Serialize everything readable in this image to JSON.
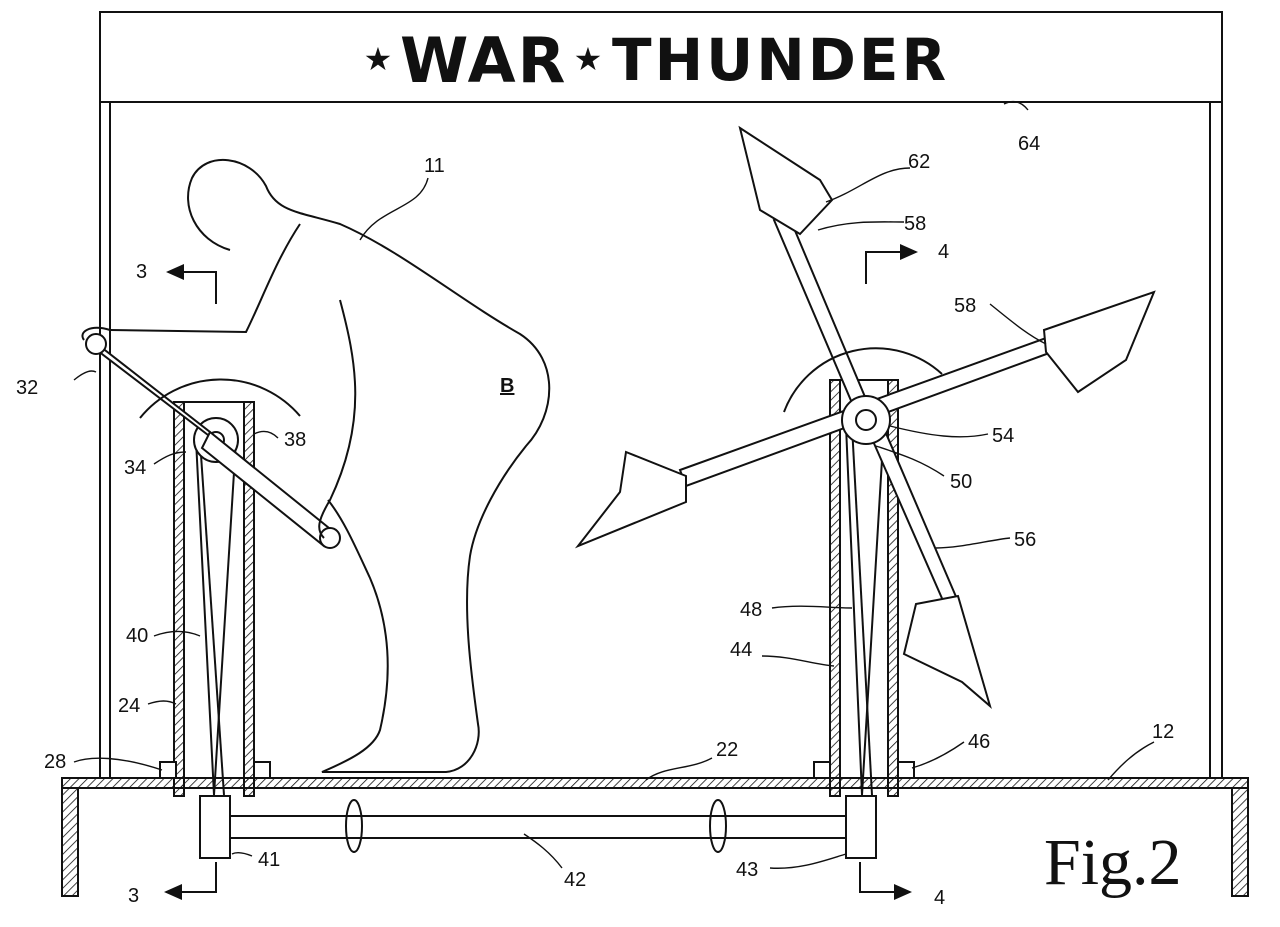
{
  "logo": {
    "word1": "WAR",
    "word2": "THUNDER"
  },
  "figure_label": "Fig.2",
  "letter_b": "B",
  "callouts": {
    "n11": "11",
    "n64": "64",
    "n62": "62",
    "n58a": "58",
    "n58b": "58",
    "n3top": "3",
    "n4top": "4",
    "n32": "32",
    "n38": "38",
    "n34": "34",
    "n54": "54",
    "n50": "50",
    "n56": "56",
    "n48": "48",
    "n44": "44",
    "n40": "40",
    "n24": "24",
    "n28": "28",
    "n22": "22",
    "n46": "46",
    "n12": "12",
    "n41": "41",
    "n42": "42",
    "n43": "43",
    "n3bot": "3",
    "n4bot": "4"
  },
  "colors": {
    "ink": "#111111",
    "paper": "#ffffff"
  }
}
